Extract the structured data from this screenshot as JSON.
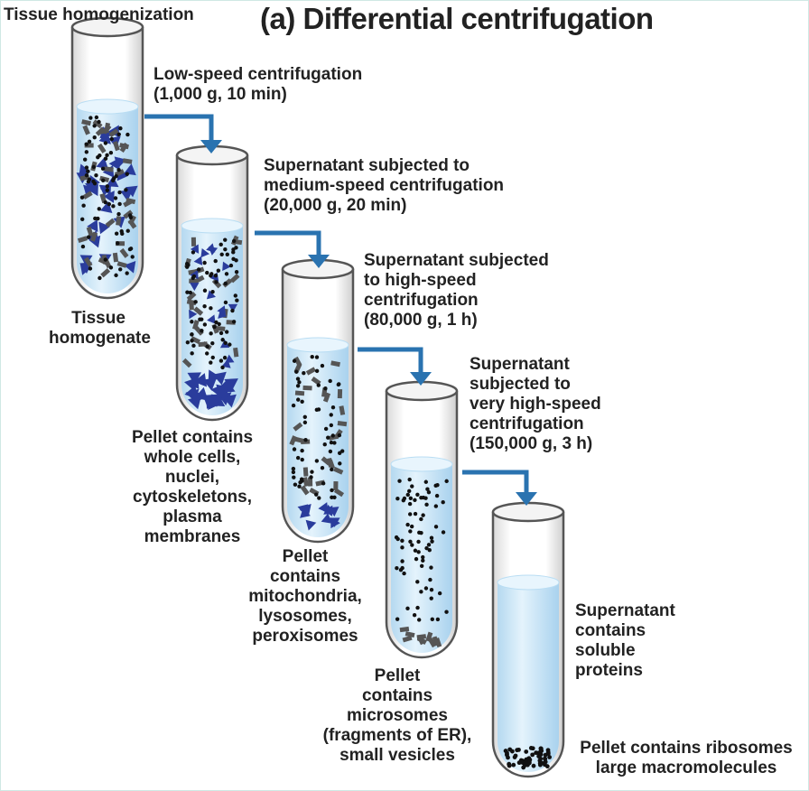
{
  "header": {
    "top_left_label": "Tissue homogenization",
    "title": "(a)  Differential centrifugation"
  },
  "steps": [
    {
      "line1": "Low-speed centrifugation",
      "line2": "(1,000 g, 10 min)"
    },
    {
      "line1": "Supernatant subjected to",
      "line2": "medium-speed centrifugation",
      "line3": "(20,000 g, 20 min)"
    },
    {
      "line1": "Supernatant subjected",
      "line2": "to high-speed",
      "line3": "centrifugation",
      "line4": "(80,000 g, 1 h)"
    },
    {
      "line1": "Supernatant",
      "line2": "subjected to",
      "line3": "very high-speed",
      "line4": "centrifugation",
      "line5": "(150,000 g, 3 h)"
    }
  ],
  "tube_labels": {
    "tube1": [
      "Tissue",
      "homogenate"
    ],
    "tube2": [
      "Pellet contains",
      "whole cells,",
      "nuclei,",
      "cytoskeletons,",
      "plasma",
      "membranes"
    ],
    "tube3": [
      "Pellet",
      "contains",
      "mitochondria,",
      "lysosomes,",
      "peroxisomes"
    ],
    "tube4": [
      "Pellet",
      "contains",
      "microsomes",
      "(fragments of ER),",
      "small vesicles"
    ],
    "tube5_supernatant": [
      "Supernatant",
      "contains",
      "soluble",
      "proteins"
    ],
    "tube5_pellet": [
      "Pellet contains ribosomes",
      "large macromolecules"
    ]
  },
  "colors": {
    "arrow": "#2a73b0",
    "liquid": "#c9e6f7",
    "triangles": "#2a3c9c",
    "rods": "#555555",
    "dots": "#111111",
    "tube_outline": "#555555"
  }
}
